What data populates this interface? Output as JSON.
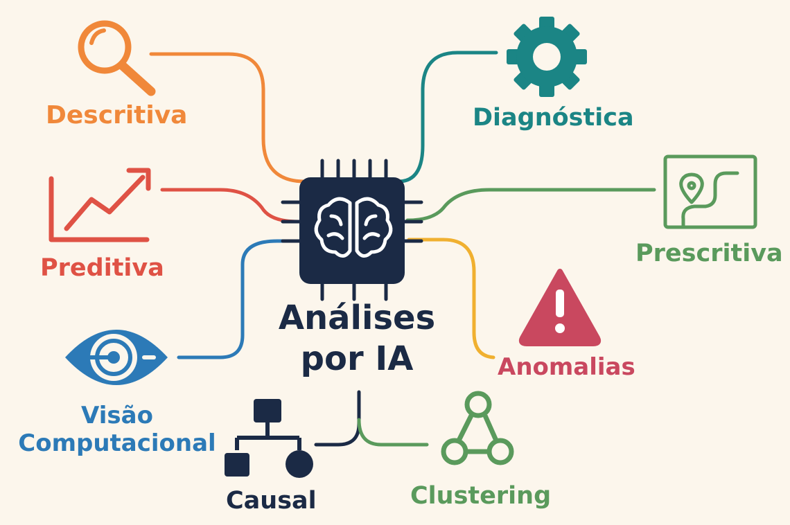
{
  "center": {
    "line1": "Análises",
    "line2": "por IA",
    "icon": "ai-chip-brain-icon"
  },
  "nodes": [
    {
      "id": "descritiva",
      "label": "Descritiva",
      "icon": "magnifier-icon",
      "color": "#f0883a"
    },
    {
      "id": "diagnostica",
      "label": "Diagnóstica",
      "icon": "gear-icon",
      "color": "#1b8585"
    },
    {
      "id": "preditiva",
      "label": "Preditiva",
      "icon": "trend-up-chart-icon",
      "color": "#df5245"
    },
    {
      "id": "prescritiva",
      "label": "Prescritiva",
      "icon": "map-route-icon",
      "color": "#5a9a5c"
    },
    {
      "id": "anomalias",
      "label": "Anomalias",
      "icon": "warning-triangle-icon",
      "color": "#c9485f"
    },
    {
      "id": "visao",
      "label": "Visão Computacional",
      "icon": "eye-icon",
      "color": "#2c7ab7"
    },
    {
      "id": "causal",
      "label": "Causal",
      "icon": "hierarchy-icon",
      "color": "#1b2a45"
    },
    {
      "id": "clustering",
      "label": "Clustering",
      "icon": "cluster-nodes-icon",
      "color": "#5a9a5c"
    }
  ]
}
